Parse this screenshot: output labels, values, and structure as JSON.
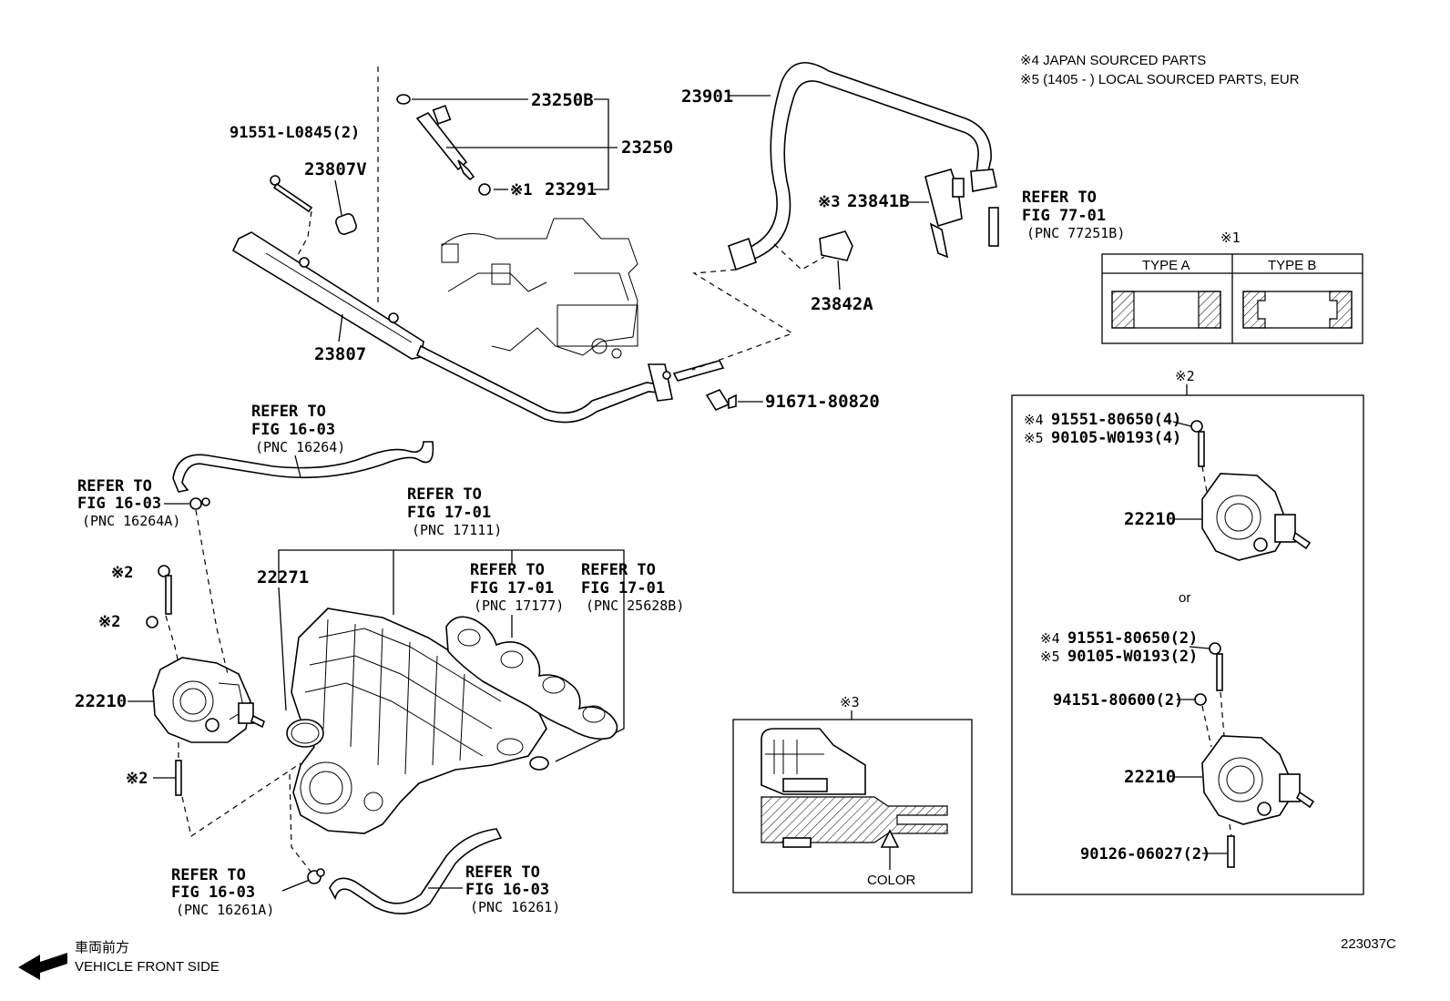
{
  "notes": {
    "line1": "※4 JAPAN SOURCED PARTS",
    "line2": "※5 (1405 -          ) LOCAL SOURCED PARTS, EUR"
  },
  "parts": {
    "p23250B": "23250B",
    "p23250": "23250",
    "p23291": "23291",
    "p23291_mark": "※1",
    "p91551_L0845": "91551-L0845(2)",
    "p23807V": "23807V",
    "p23807": "23807",
    "p23901": "23901",
    "p23841B": "23841B",
    "p23841B_mark": "※3",
    "p23842A": "23842A",
    "p91671": "91671-80820",
    "p22271": "22271",
    "p22210_left": "22210",
    "mark2_a": "※2",
    "mark2_b": "※2",
    "mark2_c": "※2"
  },
  "refs": {
    "fig77": {
      "l1": "REFER TO",
      "l2": "FIG 77-01",
      "l3": "(PNC 77251B)"
    },
    "fig16_top": {
      "l1": "REFER TO",
      "l2": "FIG 16-03",
      "l3": "(PNC 16264)"
    },
    "fig16_left": {
      "l1": "REFER TO",
      "l2": "FIG 16-03",
      "l3": "(PNC 16264A)"
    },
    "fig17_main": {
      "l1": "REFER TO",
      "l2": "FIG 17-01",
      "l3": "(PNC 17111)"
    },
    "fig17_gasket": {
      "l1": "REFER TO",
      "l2": "FIG 17-01",
      "l3": "(PNC 17177)"
    },
    "fig17_ring": {
      "l1": "REFER TO",
      "l2": "FIG 17-01",
      "l3": "(PNC 25628B)"
    },
    "fig16_bottom_left": {
      "l1": "REFER TO",
      "l2": "FIG 16-03",
      "l3": "(PNC 16261A)"
    },
    "fig16_bottom_right": {
      "l1": "REFER TO",
      "l2": "FIG 16-03",
      "l3": "(PNC 16261)"
    }
  },
  "type_box": {
    "mark": "※1",
    "type_a": "TYPE A",
    "type_b": "TYPE B"
  },
  "color_box": {
    "mark": "※3",
    "label": "COLOR"
  },
  "throttle_box": {
    "mark": "※2",
    "bolt1_mark4": "※4",
    "bolt1_pn4": "91551-80650(4)",
    "bolt1_mark5": "※5",
    "bolt1_pn5": "90105-W0193(4)",
    "body1": "22210",
    "or": "or",
    "bolt2_mark4": "※4",
    "bolt2_pn4": "91551-80650(2)",
    "bolt2_mark5": "※5",
    "bolt2_pn5": "90105-W0193(2)",
    "nut": "94151-80600(2)",
    "body2": "22210",
    "stud": "90126-06027(2)"
  },
  "footer": {
    "jp": "車両前方",
    "en": "VEHICLE FRONT SIDE",
    "code": "223037C"
  }
}
